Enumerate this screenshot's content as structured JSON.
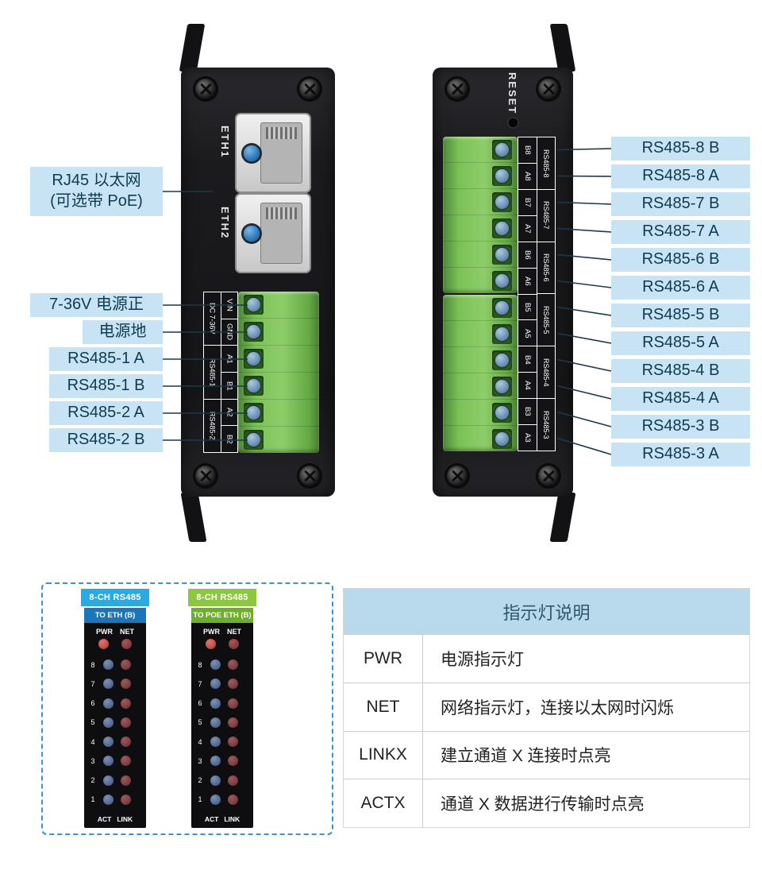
{
  "colors": {
    "callout_bg": "#c8e4f4",
    "callout_text": "#0e3a52",
    "connector_line": "#1b394c",
    "table_header_bg": "#b9d9ec",
    "terminal_green": "#7cc257",
    "panel1_header": "#29abe2",
    "panel1_sub": "#1b75bb",
    "panel2_header": "#8dc63f",
    "panel2_sub": "#6fae2a",
    "led_pwr": "#c0504a",
    "led_net": "#8a3c3e",
    "led_act": "#566b93",
    "led_link": "#7c4042"
  },
  "left_device": {
    "eth1_label": "ETH1",
    "eth2_label": "ETH2",
    "groups": [
      {
        "name": "DC 7-36V",
        "pins": [
          "VIN",
          "GND"
        ]
      },
      {
        "name": "RS485-1",
        "pins": [
          "A1",
          "B1"
        ]
      },
      {
        "name": "RS485-2",
        "pins": [
          "A2",
          "B2"
        ]
      }
    ]
  },
  "right_device": {
    "reset_label": "RESET",
    "groups": [
      {
        "name": "RS485-8",
        "pins": [
          "B8",
          "A8"
        ]
      },
      {
        "name": "RS485-7",
        "pins": [
          "B7",
          "A7"
        ]
      },
      {
        "name": "RS485-6",
        "pins": [
          "B6",
          "A6"
        ]
      },
      {
        "name": "RS485-5",
        "pins": [
          "B5",
          "A5"
        ]
      },
      {
        "name": "RS485-4",
        "pins": [
          "B4",
          "A4"
        ]
      },
      {
        "name": "RS485-3",
        "pins": [
          "B3",
          "A3"
        ]
      }
    ]
  },
  "left_callouts": {
    "rj45_line1": "RJ45 以太网",
    "rj45_line2": "(可选带 PoE)",
    "power_positive": "7-36V 电源正",
    "power_ground": "电源地",
    "rs1_a": "RS485-1 A",
    "rs1_b": "RS485-1 B",
    "rs2_a": "RS485-2 A",
    "rs2_b": "RS485-2 B"
  },
  "right_callouts": [
    "RS485-8 B",
    "RS485-8 A",
    "RS485-7 B",
    "RS485-7 A",
    "RS485-6 B",
    "RS485-6 A",
    "RS485-5 B",
    "RS485-5 A",
    "RS485-4 B",
    "RS485-4 A",
    "RS485-3 B",
    "RS485-3 A"
  ],
  "led_channels": [
    "8",
    "7",
    "6",
    "5",
    "4",
    "3",
    "2",
    "1"
  ],
  "led_panels": [
    {
      "title": "8-CH RS485",
      "subtitle": "TO ETH (B)",
      "top_labels": [
        "PWR",
        "NET"
      ],
      "bottom_labels": [
        "ACT",
        "LINK"
      ]
    },
    {
      "title": "8-CH RS485",
      "subtitle": "TO POE ETH (B)",
      "top_labels": [
        "PWR",
        "NET"
      ],
      "bottom_labels": [
        "ACT",
        "LINK"
      ]
    }
  ],
  "table": {
    "title": "指示灯说明",
    "rows": [
      {
        "key": "PWR",
        "desc": "电源指示灯"
      },
      {
        "key": "NET",
        "desc": "网络指示灯，连接以太网时闪烁"
      },
      {
        "key": "LINKX",
        "desc": "建立通道 X 连接时点亮"
      },
      {
        "key": "ACTX",
        "desc": "通道 X 数据进行传输时点亮"
      }
    ]
  }
}
